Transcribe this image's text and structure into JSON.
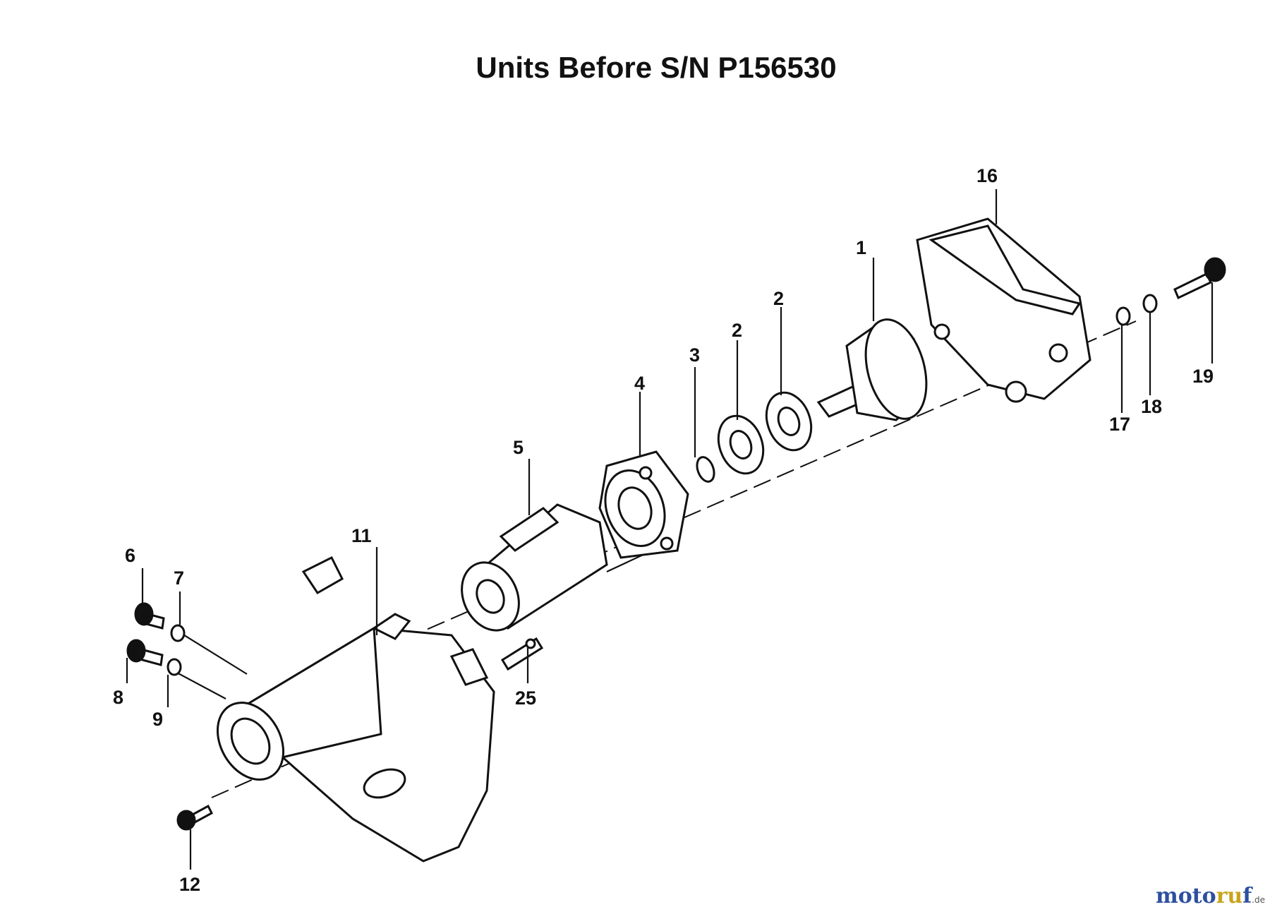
{
  "title": "Units Before S/N P156530",
  "callouts": {
    "c1": "1",
    "c2a": "2",
    "c2b": "2",
    "c3": "3",
    "c4": "4",
    "c5": "5",
    "c6": "6",
    "c7": "7",
    "c8": "8",
    "c9": "9",
    "c11": "11",
    "c12": "12",
    "c16": "16",
    "c17": "17",
    "c18": "18",
    "c19": "19",
    "c25": "25"
  },
  "watermark": {
    "part1": "moto",
    "part2": "ru",
    "part3": "f",
    "tld": ".de"
  },
  "colors": {
    "line": "#111111",
    "watermark_blue": "#2d4f9e",
    "watermark_gold": "#c9a41c"
  }
}
